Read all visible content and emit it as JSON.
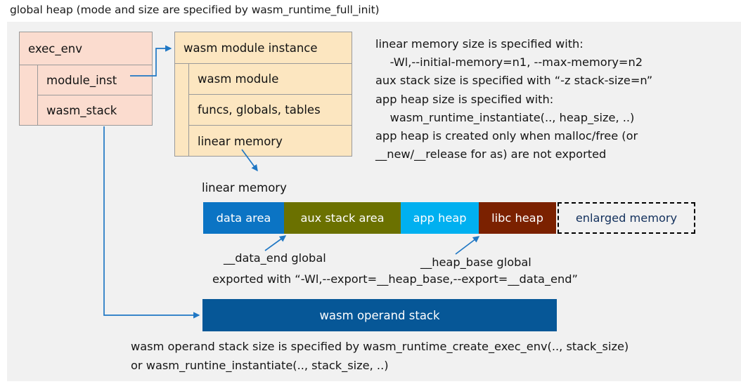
{
  "title": "global heap (mode and size are specified by wasm_runtime_full_init)",
  "colors": {
    "canvas_bg": "#f1f1f1",
    "exec_env_fill": "#fbdccf",
    "module_inst_fill": "#fce6c0",
    "box_border": "#9a9a9a",
    "connector": "#1f77c4",
    "data_area": "#0b74c4",
    "aux_stack_area": "#6b7100",
    "app_heap": "#00b0f0",
    "libc_heap": "#7b2100",
    "enlarged_memory_border": "#000000",
    "enlarged_memory_text": "#12305c",
    "operand_stack": "#065797",
    "text": "#151515"
  },
  "exec_env": {
    "header": "exec_env",
    "rows": [
      {
        "label": "module_inst"
      },
      {
        "label": "wasm_stack"
      }
    ]
  },
  "module_instance": {
    "header": "wasm module instance",
    "rows": [
      {
        "label": "wasm module"
      },
      {
        "label": "funcs, globals, tables"
      },
      {
        "label": "linear memory"
      }
    ]
  },
  "notes": {
    "lines": [
      "linear memory size is specified with:",
      "    -Wl,--initial-memory=n1, --max-memory=n2",
      "aux stack size is specified with “-z stack-size=n”",
      "app heap size is specified with:",
      "    wasm_runtime_instantiate(.., heap_size, ..)",
      "app heap is created only when malloc/free (or",
      "__new/__release for as) are not exported"
    ]
  },
  "linear_memory": {
    "caption": "linear memory",
    "segments": [
      {
        "label": "data area",
        "color": "#0b74c4",
        "width": 115,
        "text_color": "#ffffff",
        "style": "solid"
      },
      {
        "label": "aux stack area",
        "color": "#6b7100",
        "width": 166,
        "text_color": "#ffffff",
        "style": "solid"
      },
      {
        "label": "app heap",
        "color": "#00b0f0",
        "width": 111,
        "text_color": "#ffffff",
        "style": "solid"
      },
      {
        "label": "libc heap",
        "color": "#7b2100",
        "width": 110,
        "text_color": "#ffffff",
        "style": "solid"
      },
      {
        "label": "enlarged memory",
        "color": "#f1f1f1",
        "width": 196,
        "text_color": "#12305c",
        "style": "dashed"
      }
    ]
  },
  "annotations": {
    "data_end": "__data_end global",
    "heap_base": "__heap_base global",
    "exported_with": "exported with “-Wl,--export=__heap_base,--export=__data_end”"
  },
  "operand_stack": {
    "label": "wasm operand stack"
  },
  "bottom_note": {
    "lines": [
      "wasm operand stack size is specified by wasm_runtime_create_exec_env(.., stack_size)",
      "or wasm_runtine_instantiate(.., stack_size, ..)"
    ]
  }
}
